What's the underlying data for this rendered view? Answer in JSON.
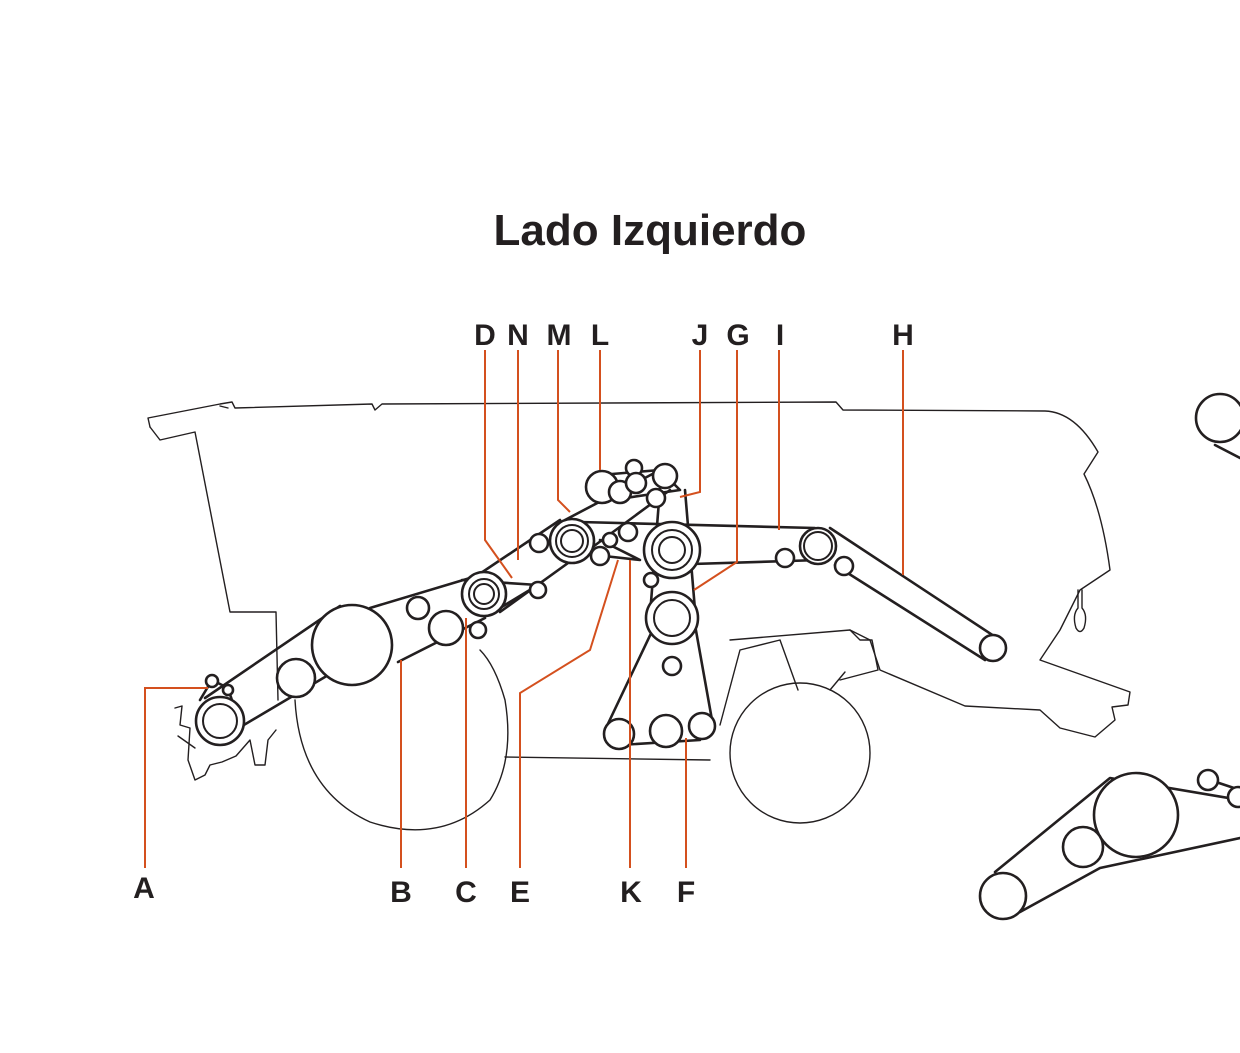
{
  "title": "Lado Izquierdo",
  "callouts": {
    "A": "A",
    "B": "B",
    "C": "C",
    "D": "D",
    "E": "E",
    "F": "F",
    "G": "G",
    "H": "H",
    "I": "I",
    "J": "J",
    "K": "K",
    "L": "L",
    "M": "M",
    "N": "N"
  },
  "colors": {
    "line": "#231f20",
    "leader": "#d4501e",
    "background": "#ffffff"
  }
}
